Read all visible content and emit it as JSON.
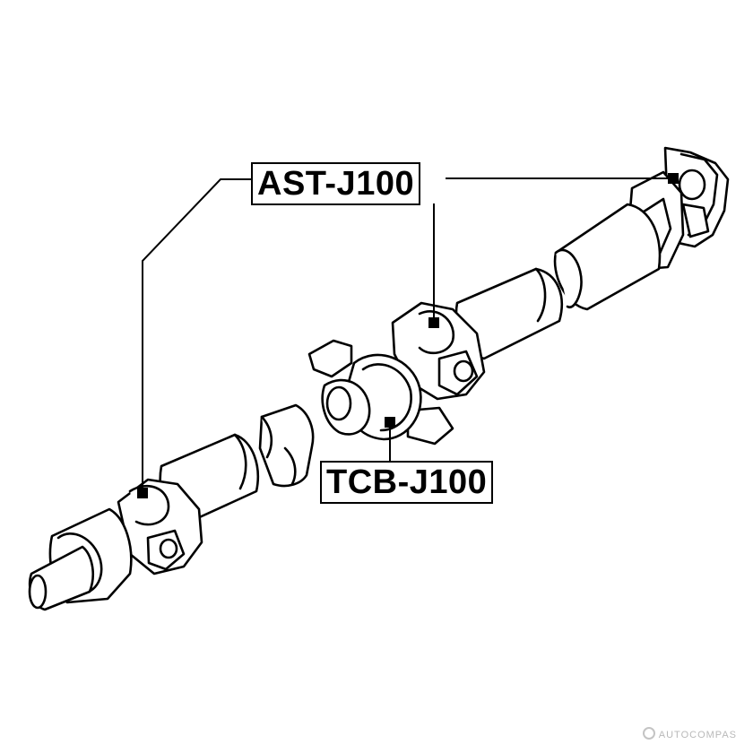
{
  "labels": {
    "ast": "AST-J100",
    "tcb": "TCB-J100"
  },
  "watermark": "AUTOCOMPAS",
  "colors": {
    "line": "#000000",
    "background": "#ffffff",
    "watermark": "#b9b9b9"
  }
}
